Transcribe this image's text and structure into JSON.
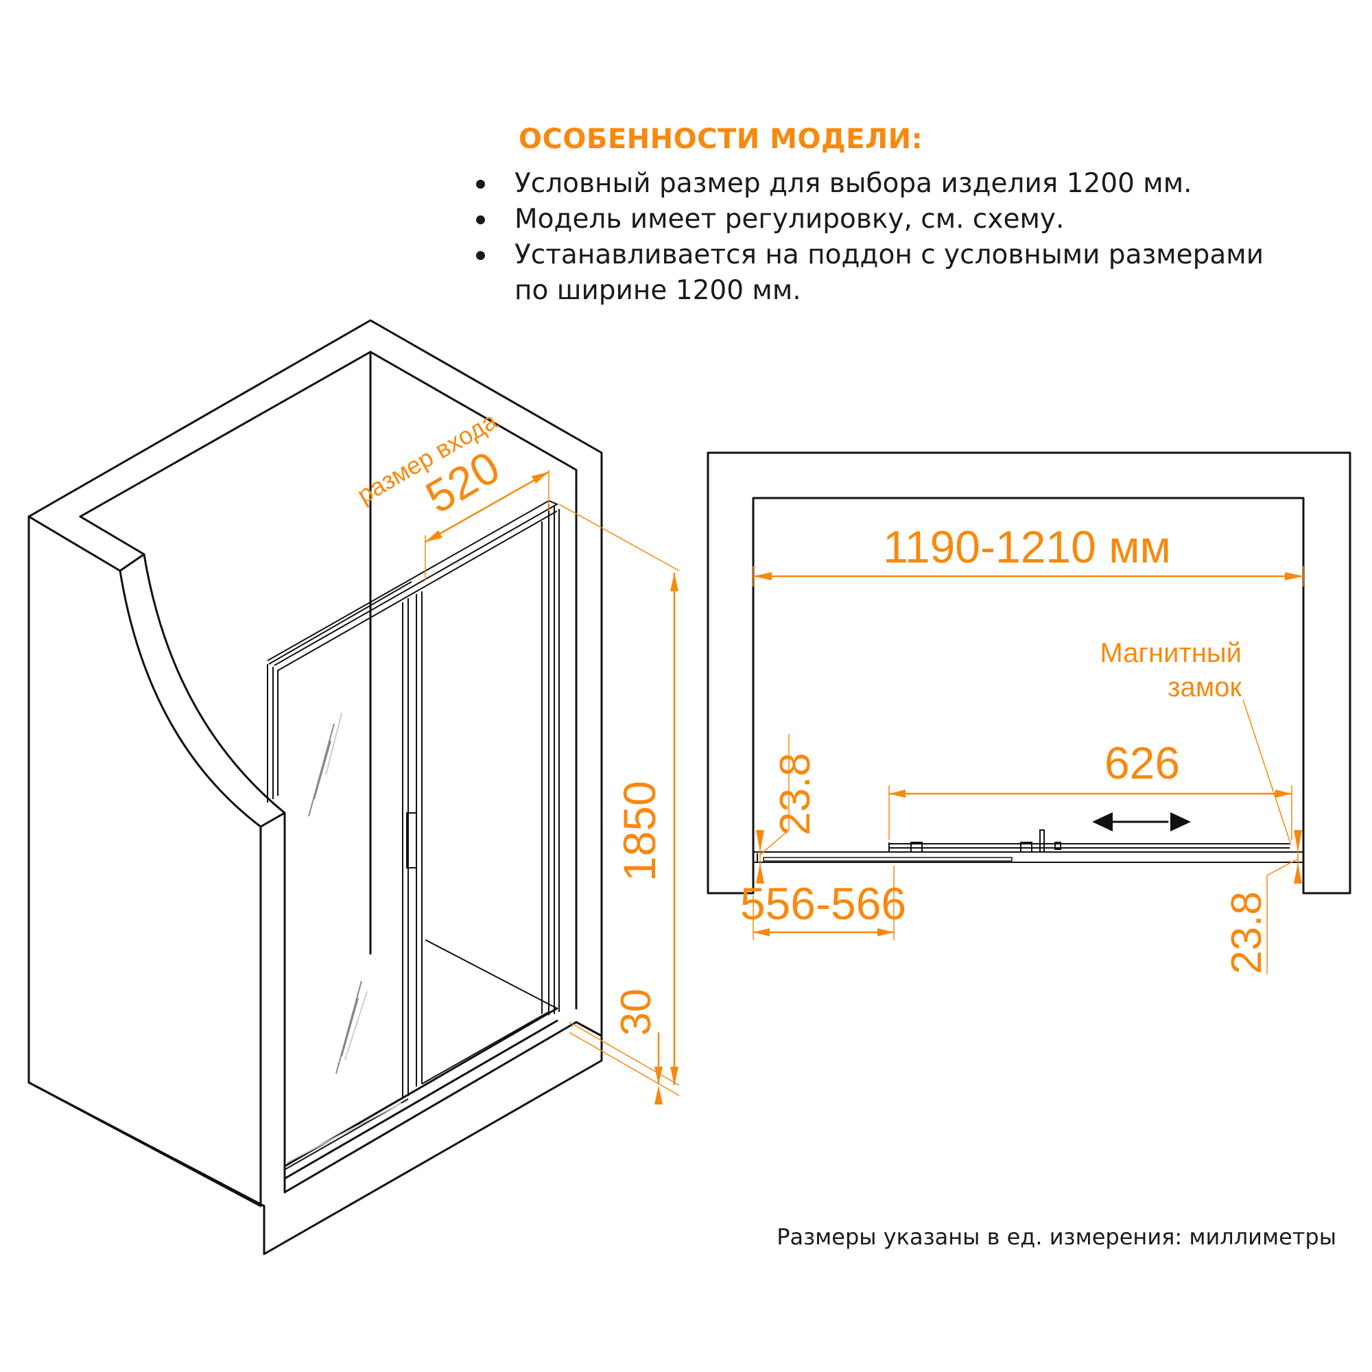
{
  "features": {
    "title": "ОСОБЕННОСТИ МОДЕЛИ:",
    "items": [
      {
        "line1": "Условный размер для выбора изделия 1200 мм.",
        "line2": ""
      },
      {
        "line1": "Модель имеет регулировку, см. схему.",
        "line2": ""
      },
      {
        "line1": "Устанавливается на поддон с условными размерами",
        "line2": "по ширине 1200 мм."
      }
    ]
  },
  "isometric_view": {
    "entrance_label": "размер входа",
    "entrance_width": "520",
    "height": "1850",
    "base_height": "30"
  },
  "plan_view": {
    "total_width": "1190-1210 мм",
    "magnet_lock_line1": "Магнитный",
    "magnet_lock_line2": "замок",
    "sliding_door_width": "626",
    "fixed_panel_width": "556-566",
    "left_profile_depth": "23.8",
    "right_profile_depth": "23.8"
  },
  "footer": {
    "units_note": "Размеры указаны в ед. измерения: миллиметры"
  },
  "colors": {
    "accent": "#f7890e",
    "line": "#111111",
    "background": "#ffffff"
  }
}
